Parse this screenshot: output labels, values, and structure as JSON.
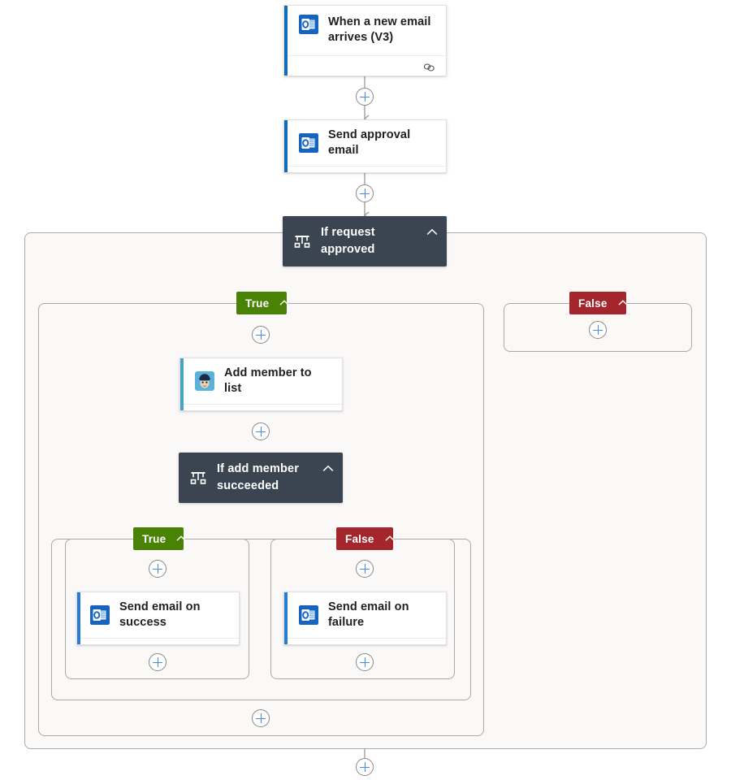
{
  "flow": {
    "title": "Power Automate flow designer canvas",
    "colors": {
      "canvas_background": "#ffffff",
      "scope_background": "#faf9f8",
      "scope_border": "#a9a9a7",
      "card_background": "#ffffff",
      "condition_header": "#3b4552",
      "true_pill": "#498205",
      "false_pill": "#a4262c",
      "outlook_accent": "#0f6cbd",
      "mailchimp_accent": "#4aa3c7",
      "plus_glyph": "#4a8ae0",
      "connector_line": "#a19f9d"
    },
    "nodes": {
      "trigger": {
        "label": "When a new email arrives (V3)",
        "icon": "outlook-icon",
        "footer_icon": "connector-link-icon"
      },
      "send_approval": {
        "label": "Send approval email",
        "icon": "outlook-icon",
        "footer_icon": "connector-link-icon"
      },
      "if_request_approved": {
        "label": "If request approved",
        "icon": "condition-icon",
        "collapse_icon": "chevron-up-icon"
      },
      "add_member": {
        "label": "Add member to list",
        "icon": "mailchimp-icon",
        "footer_icon": "connector-link-icon"
      },
      "if_add_member_succeeded": {
        "label": "If add member succeeded",
        "icon": "condition-icon",
        "collapse_icon": "chevron-up-icon"
      },
      "send_success": {
        "label": "Send email on success",
        "icon": "outlook-icon",
        "footer_icon": "connector-link-icon"
      },
      "send_failure": {
        "label": "Send email on failure",
        "icon": "outlook-icon",
        "footer_icon": "connector-link-icon"
      }
    },
    "branches": {
      "outer_true": {
        "label": "True",
        "collapse_icon": "chevron-up-icon"
      },
      "outer_false": {
        "label": "False",
        "collapse_icon": "chevron-up-icon"
      },
      "inner_true": {
        "label": "True",
        "collapse_icon": "chevron-up-icon"
      },
      "inner_false": {
        "label": "False",
        "collapse_icon": "chevron-up-icon"
      }
    },
    "add_buttons": [
      {
        "name": "add-step-after-trigger"
      },
      {
        "name": "add-step-after-send-approval"
      },
      {
        "name": "add-step-outer-true-top"
      },
      {
        "name": "add-step-outer-false"
      },
      {
        "name": "add-step-after-add-member"
      },
      {
        "name": "add-step-inner-true-top"
      },
      {
        "name": "add-step-inner-false-top"
      },
      {
        "name": "add-step-inner-true-bottom"
      },
      {
        "name": "add-step-inner-false-bottom"
      },
      {
        "name": "add-step-outer-true-bottom"
      },
      {
        "name": "add-step-after-condition"
      }
    ]
  }
}
